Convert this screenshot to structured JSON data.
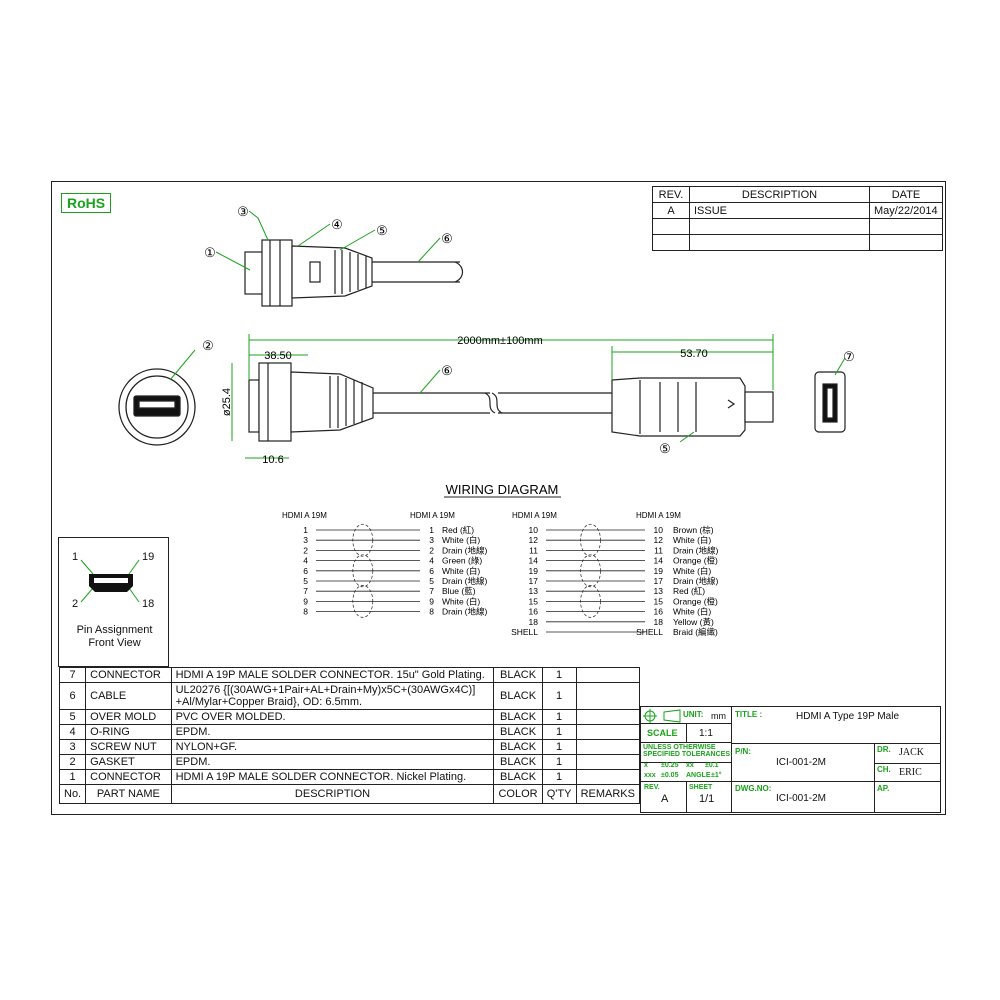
{
  "rohs": "RoHS",
  "revision_table": {
    "headers": [
      "REV.",
      "DESCRIPTION",
      "DATE"
    ],
    "rows": [
      [
        "A",
        "ISSUE",
        "May/22/2014"
      ],
      [
        "",
        "",
        ""
      ],
      [
        "",
        "",
        ""
      ]
    ]
  },
  "callouts": [
    "①",
    "②",
    "③",
    "④",
    "⑤",
    "⑥",
    "⑦"
  ],
  "dimensions": {
    "total_length": "2000mm±100mm",
    "left_length": "38.50",
    "right_length": "53.70",
    "diameter": "ø25.4",
    "flange": "10.6"
  },
  "wiring": {
    "title": "WIRING DIAGRAM",
    "left_header_a": "HDMI A 19M",
    "left_header_b": "HDMI A 19M",
    "right_header_a": "HDMI A 19M",
    "right_header_b": "HDMI A 19M",
    "left_rows": [
      {
        "a": "1",
        "b": "1",
        "label": "Red (紅)"
      },
      {
        "a": "3",
        "b": "3",
        "label": "White (白)"
      },
      {
        "a": "2",
        "b": "2",
        "label": "Drain (地線)"
      },
      {
        "a": "4",
        "b": "4",
        "label": "Green (綠)"
      },
      {
        "a": "6",
        "b": "6",
        "label": "White (白)"
      },
      {
        "a": "5",
        "b": "5",
        "label": "Drain (地線)"
      },
      {
        "a": "7",
        "b": "7",
        "label": "Blue (藍)"
      },
      {
        "a": "9",
        "b": "9",
        "label": "White (白)"
      },
      {
        "a": "8",
        "b": "8",
        "label": "Drain (地線)"
      }
    ],
    "right_rows": [
      {
        "a": "10",
        "b": "10",
        "label": "Brown (棕)"
      },
      {
        "a": "12",
        "b": "12",
        "label": "White (白)"
      },
      {
        "a": "11",
        "b": "11",
        "label": "Drain (地線)"
      },
      {
        "a": "14",
        "b": "14",
        "label": "Orange (橙)"
      },
      {
        "a": "19",
        "b": "19",
        "label": "White (白)"
      },
      {
        "a": "17",
        "b": "17",
        "label": "Drain (地線)"
      },
      {
        "a": "13",
        "b": "13",
        "label": "Red (紅)"
      },
      {
        "a": "15",
        "b": "15",
        "label": "Orange (橙)"
      },
      {
        "a": "16",
        "b": "16",
        "label": "White (白)"
      },
      {
        "a": "18",
        "b": "18",
        "label": "Yellow (黃)"
      },
      {
        "a": "SHELL",
        "b": "SHELL",
        "label": "Braid (編織)"
      }
    ]
  },
  "pin_assignment": {
    "top_left": "1",
    "top_right": "19",
    "bottom_left": "2",
    "bottom_right": "18",
    "caption_1": "Pin Assignment",
    "caption_2": "Front View"
  },
  "bom": {
    "headers": [
      "No.",
      "PART NAME",
      "DESCRIPTION",
      "COLOR",
      "Q'TY",
      "REMARKS"
    ],
    "rows": [
      {
        "no": "7",
        "part": "CONNECTOR",
        "desc": "HDMI A 19P MALE SOLDER CONNECTOR. 15u\" Gold Plating.",
        "color": "BLACK",
        "qty": "1"
      },
      {
        "no": "6",
        "part": "CABLE",
        "desc": "UL20276 {[(30AWG+1Pair+AL+Drain+My)x5C+(30AWGx4C)] +Al/Mylar+Copper Braid}, OD: 6.5mm.",
        "color": "BLACK",
        "qty": "1"
      },
      {
        "no": "5",
        "part": "OVER MOLD",
        "desc": "PVC OVER MOLDED.",
        "color": "BLACK",
        "qty": "1"
      },
      {
        "no": "4",
        "part": "O-RING",
        "desc": "EPDM.",
        "color": "BLACK",
        "qty": "1"
      },
      {
        "no": "3",
        "part": "SCREW NUT",
        "desc": "NYLON+GF.",
        "color": "BLACK",
        "qty": "1"
      },
      {
        "no": "2",
        "part": "GASKET",
        "desc": "EPDM.",
        "color": "BLACK",
        "qty": "1"
      },
      {
        "no": "1",
        "part": "CONNECTOR",
        "desc": "HDMI A 19P MALE SOLDER CONNECTOR. Nickel Plating.",
        "color": "BLACK",
        "qty": "1"
      }
    ]
  },
  "title_block": {
    "unit_label": "UNIT:",
    "unit": "mm",
    "title_label": "TITLE :",
    "title": "HDMI A Type 19P Male",
    "scale_label": "SCALE",
    "scale": "1:1",
    "tol_label_1": "UNLESS OTHERWISE",
    "tol_label_2": "SPECIFIED TOLERANCES:",
    "tol_x": "x",
    "tol_x_val": "±0.25",
    "tol_xx": "xx",
    "tol_xx_val": "±0.1",
    "tol_xxx": "xxx",
    "tol_xxx_val": "±0.05",
    "tol_angle": "ANGLE",
    "tol_angle_val": "±1°",
    "pn_label": "P/N:",
    "pn": "ICI-001-2M",
    "dr_label": "DR.",
    "dr": "JACK",
    "ch_label": "CH.",
    "ch": "ERIC",
    "rev_label": "REV.",
    "rev": "A",
    "sheet_label": "SHEET",
    "sheet": "1/1",
    "dwg_label": "DWG.NO:",
    "dwg": "ICI-001-2M",
    "ap_label": "AP."
  },
  "colors": {
    "accent_green": "#1aa31a",
    "line": "#222222"
  }
}
